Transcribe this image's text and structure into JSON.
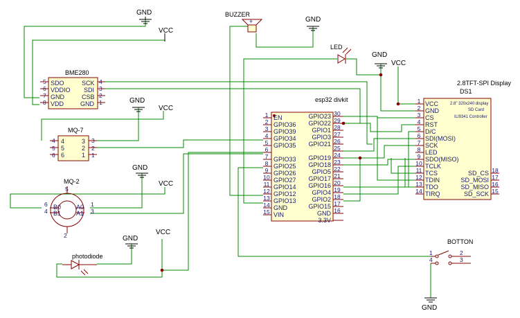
{
  "power": {
    "gnd": "GND",
    "vcc": "VCC"
  },
  "bme280": {
    "title": "BME280",
    "left_labels": [
      "SDO",
      "VDDIO",
      "GND",
      "VDD"
    ],
    "left_nums": [
      "5",
      "6",
      "7",
      "8"
    ],
    "right_labels": [
      "SCK",
      "SDI",
      "CSB",
      "GND"
    ],
    "right_nums": [
      "4",
      "3",
      "2",
      "1"
    ]
  },
  "mq7": {
    "title": "MQ-7",
    "left_nums": [
      "4",
      "5",
      "6"
    ],
    "right_nums": [
      "3",
      "2",
      "1"
    ],
    "inner_left": [
      "4",
      "5",
      "6"
    ],
    "inner_right": [
      "3",
      "2",
      "1"
    ]
  },
  "mq2": {
    "title": "MQ-2",
    "pins_left": [
      "6",
      "4"
    ],
    "pins_right": [
      "1",
      "3"
    ],
    "inner": [
      "B0",
      "B1",
      "A0",
      "A1"
    ],
    "top": "5",
    "bottom": "2"
  },
  "esp32": {
    "title": "esp32 divkit",
    "left_labels": [
      "EN",
      "GPIO36",
      "GPIO39",
      "GPIO34",
      "GPIO35",
      "",
      "GPIO33",
      "GPIO25",
      "GPIO26",
      "GPIO27",
      "GPIO14",
      "GPIO12",
      "GPIO13",
      "GND",
      "VIN"
    ],
    "left_nums": [
      "1",
      "2",
      "3",
      "4",
      "5",
      "6",
      "7",
      "8",
      "9",
      "10",
      "11",
      "12",
      "13",
      "14",
      "15"
    ],
    "right_labels": [
      "GPIO23",
      "GPIO22",
      "GPIO1",
      "GPIO3",
      "GPIO21",
      "",
      "GPIO19",
      "GPIO18",
      "GPIO5",
      "GPIO17",
      "GPIO16",
      "GPIO4",
      "GPIO2",
      "GPIO15",
      "GND",
      "3.3V"
    ],
    "right_nums": [
      "30",
      "29",
      "28",
      "27",
      "26",
      "25",
      "24",
      "23",
      "22",
      "21",
      "20",
      "19",
      "18",
      "17",
      "16"
    ]
  },
  "tft": {
    "title1": "2.8TFT-SPI Display",
    "title2": "DS1",
    "info1": "2.8\" 320x240 display",
    "info2": "SD Card",
    "info3": "ILI9341 Controller",
    "left_labels": [
      "VCC",
      "GND",
      "CS",
      "RST",
      "D/C",
      "SDI(MOSI)",
      "SCK",
      "LED",
      "SDO(MISO)",
      "TCLK",
      "TCS",
      "TDIN",
      "TDO",
      "TIRQ"
    ],
    "left_nums": [
      "1",
      "2",
      "3",
      "4",
      "5",
      "6",
      "7",
      "8",
      "9",
      "10",
      "11",
      "12",
      "13",
      "14"
    ],
    "right_labels": [
      "SD_CS",
      "SD_MOSI",
      "SD_MISO",
      "SD_SCK"
    ],
    "right_nums": [
      "18",
      "17",
      "16",
      "15"
    ]
  },
  "buzzer": {
    "title": "BUZZER"
  },
  "led": {
    "title": "LED"
  },
  "photodiode": {
    "title": "photodiode"
  },
  "button": {
    "title": "BOTTON",
    "pins": [
      "1",
      "2",
      "3",
      "4"
    ]
  }
}
